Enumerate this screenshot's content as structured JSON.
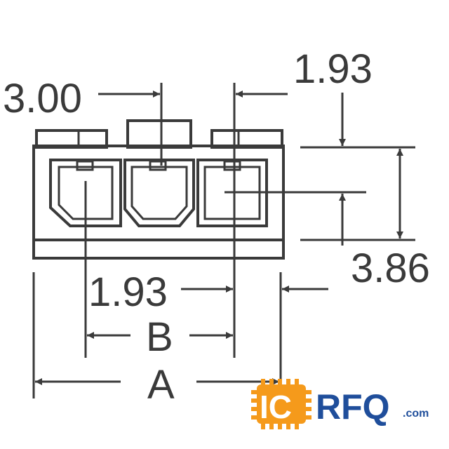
{
  "dimensions": {
    "pitch_top": "3.00",
    "offset_top": "1.93",
    "offset_mid": "1.93",
    "height_right": "3.86",
    "label_b": "B",
    "label_a": "A"
  },
  "logo": {
    "ic": "IC",
    "rfq": "RFQ",
    "com": ".com",
    "colors": {
      "orange": "#f59a1b",
      "blue": "#1f4e9b"
    }
  }
}
